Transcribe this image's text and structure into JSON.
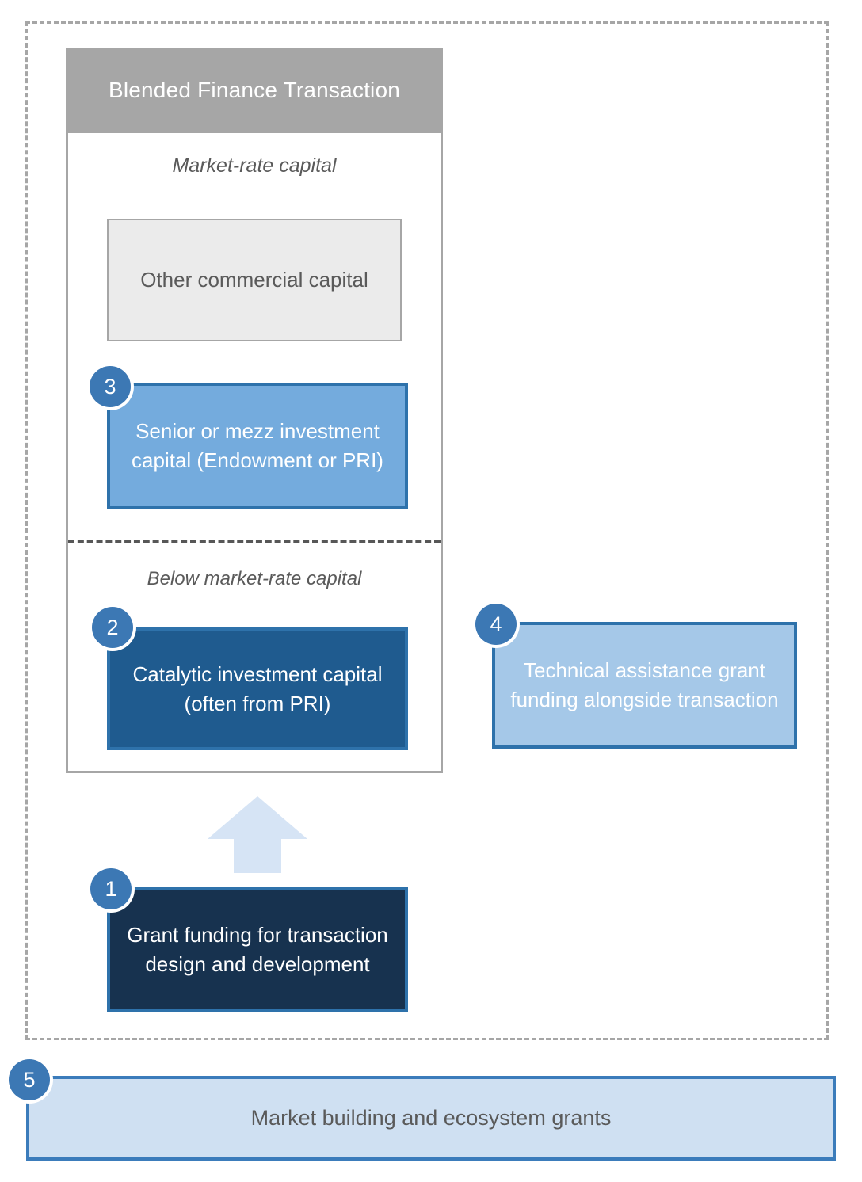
{
  "diagram": {
    "title": "Blended Finance Transaction",
    "outer_container_name": "blended-finance-ecosystem"
  },
  "card": {
    "header_title": "Blended Finance Transaction",
    "sections": [
      {
        "label": "Market-rate capital"
      },
      {
        "label": "Below market-rate capital"
      }
    ]
  },
  "boxes": {
    "other_commercial": {
      "text": "Other commercial capital",
      "badge": "",
      "fill": "#ebebeb",
      "border": "#a6a6a6",
      "text_color": "#5a5a5a"
    },
    "senior_mezz": {
      "text": "Senior or mezz investment capital (Endowment or PRI)",
      "badge": "3",
      "fill": "#74abdd",
      "border": "#2e72ab",
      "text_color": "#ffffff"
    },
    "catalytic": {
      "text": "Catalytic investment capital (often from PRI)",
      "badge": "2",
      "fill": "#1f5b8f",
      "border": "#2e72ab",
      "text_color": "#ffffff"
    },
    "technical_assistance": {
      "text": "Technical assistance grant funding alongside transaction",
      "badge": "4",
      "fill": "#a5c8e8",
      "border": "#2e72ab",
      "text_color": "#ffffff"
    },
    "grant_funding": {
      "text": "Grant funding for transaction design and development",
      "badge": "1",
      "fill": "#17324f",
      "border": "#2e72ab",
      "text_color": "#ffffff"
    },
    "market_building": {
      "text": "Market building and ecosystem grants",
      "badge": "5",
      "fill": "#cfe0f2",
      "border": "#3b7cbb",
      "text_color": "#5a5a5a"
    }
  },
  "arrow": {
    "name": "up-arrow",
    "direction": "up",
    "color": "#d6e4f5"
  },
  "colors": {
    "header_gray": "#a6a6a6",
    "badge_blue": "#3c78b4",
    "divider_gray": "#575757",
    "label_gray": "#5a5a5a"
  }
}
